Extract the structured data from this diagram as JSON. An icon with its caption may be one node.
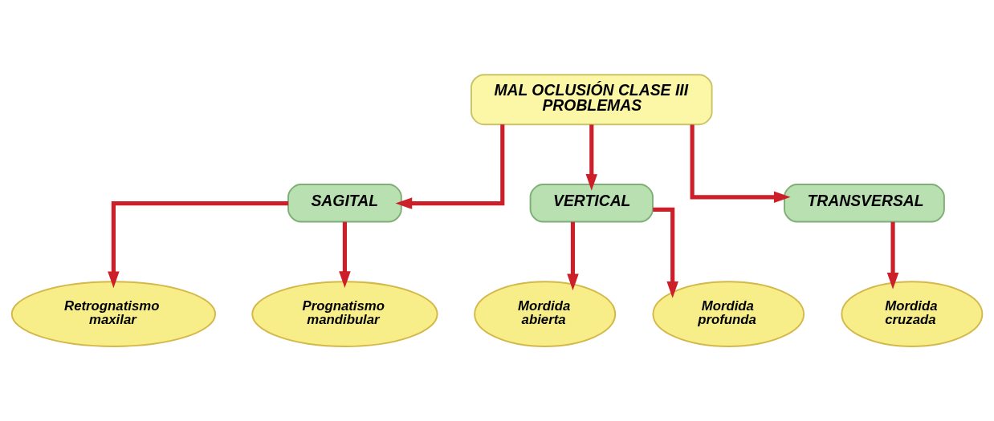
{
  "diagram": {
    "nodes": [
      {
        "text": [
          "MAL OCLUSIÓN CLASE III PROBLEMAS"
        ]
      },
      {
        "text": [
          "SAGITAL"
        ]
      },
      {
        "text": [
          "VERTICAL"
        ]
      },
      {
        "text": [
          "TRANSVERSAL"
        ]
      },
      {
        "text": [
          "Retrognatismo maxilar"
        ]
      },
      {
        "text": [
          "Prognatismo mandibular"
        ]
      },
      {
        "text": [
          "Mordida abierta"
        ]
      },
      {
        "text": [
          "Mordida profunda"
        ]
      },
      {
        "text": [
          "Mordida cruzada"
        ]
      }
    ],
    "edges": [
      {
        "from": 0,
        "to": 1,
        "arrow": "to"
      },
      {
        "from": 0,
        "to": 2,
        "arrow": "to"
      },
      {
        "from": 0,
        "to": 3,
        "arrow": "to"
      },
      {
        "from": 1,
        "to": 4,
        "arrow": "to"
      },
      {
        "from": 1,
        "to": 5,
        "arrow": "to"
      },
      {
        "from": 2,
        "to": 6,
        "arrow": "to"
      },
      {
        "from": 2,
        "to": 7,
        "arrow": "to"
      },
      {
        "from": 3,
        "to": 8,
        "arrow": "to"
      }
    ]
  }
}
